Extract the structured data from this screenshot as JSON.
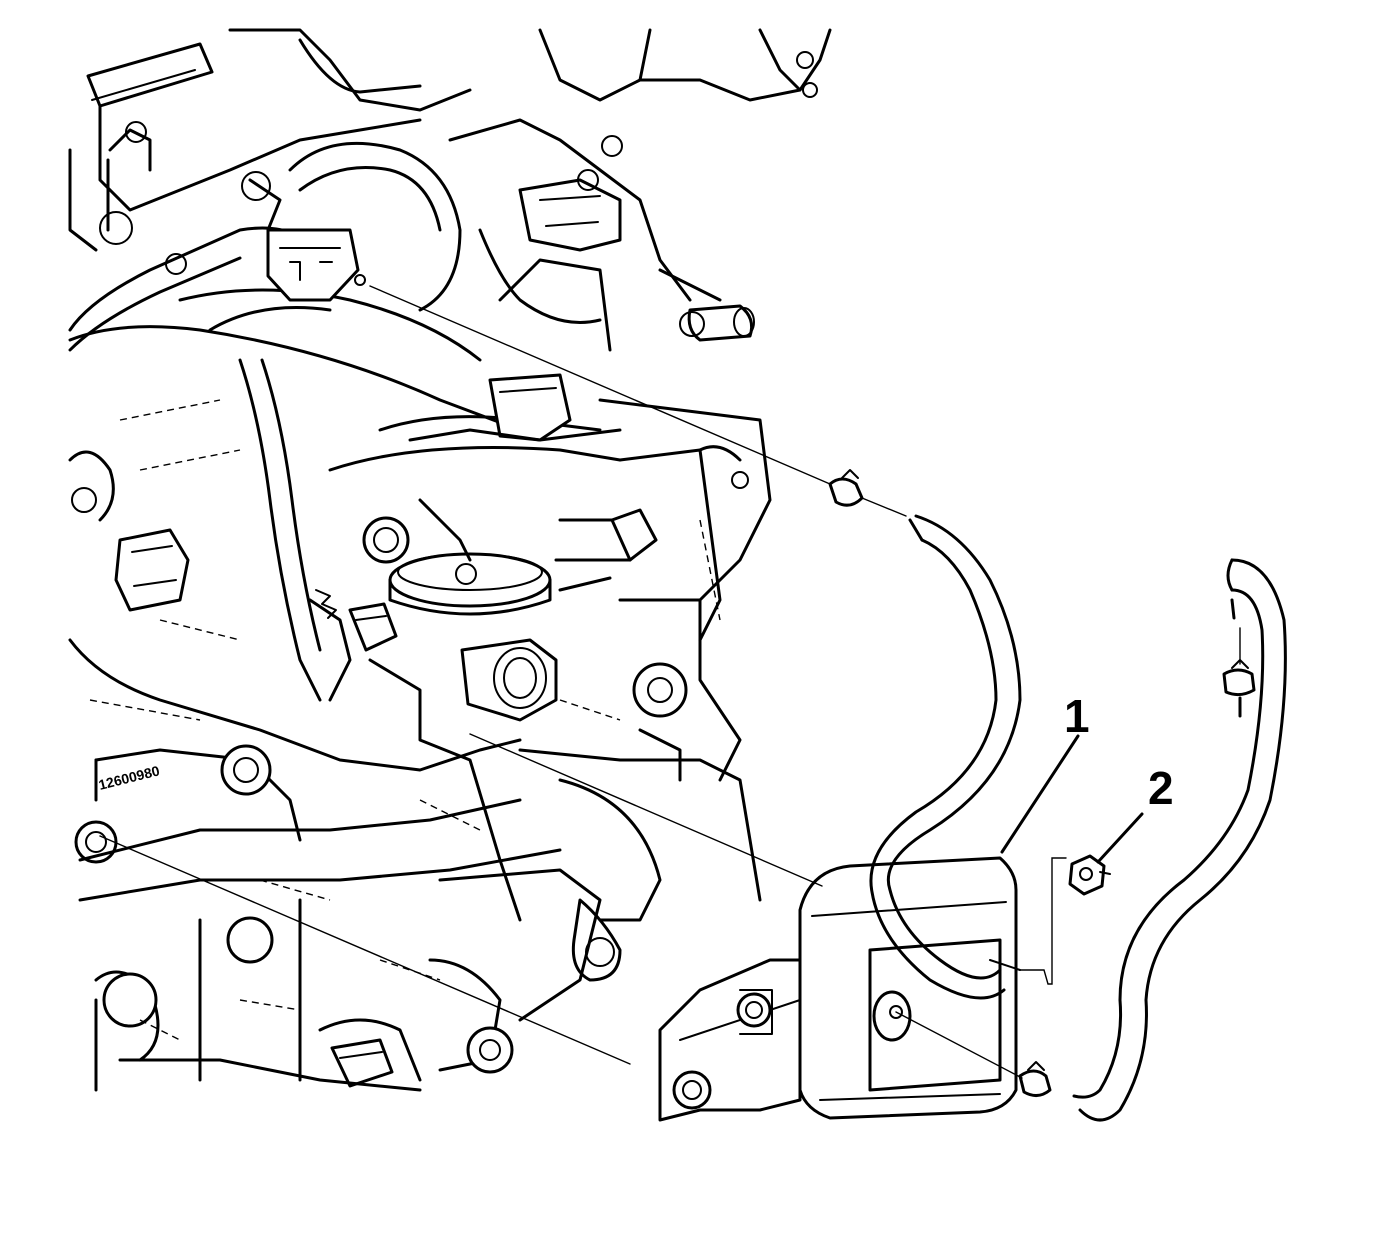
{
  "callouts": [
    {
      "id": "1",
      "label": "1"
    },
    {
      "id": "2",
      "label": "2"
    }
  ],
  "stamp_text": "12600980"
}
